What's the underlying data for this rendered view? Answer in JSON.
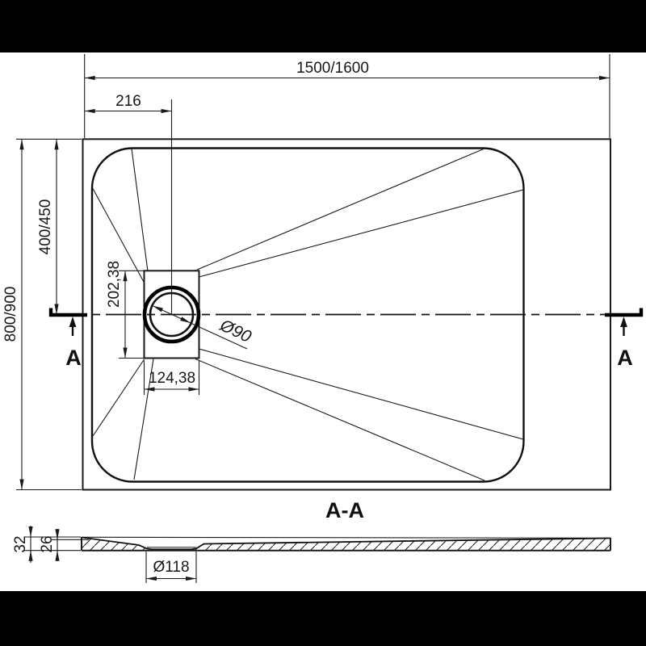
{
  "plan_view": {
    "dim_width": "1500/1600",
    "dim_drain_offset": "216",
    "dim_height": "800/900",
    "dim_drain_center": "400/450",
    "dim_flange_height": "202,38",
    "dim_flange_width": "124,38",
    "dim_drain_diameter": "Ø90",
    "section_marker": "A"
  },
  "section_view": {
    "title": "A-A",
    "dim_total_thickness": "32",
    "dim_floor_thickness": "26",
    "dim_recess_diameter": "Ø118"
  },
  "colors": {
    "letterbox": "#000000",
    "paper": "#ffffff",
    "line": "#1a1a1a"
  }
}
